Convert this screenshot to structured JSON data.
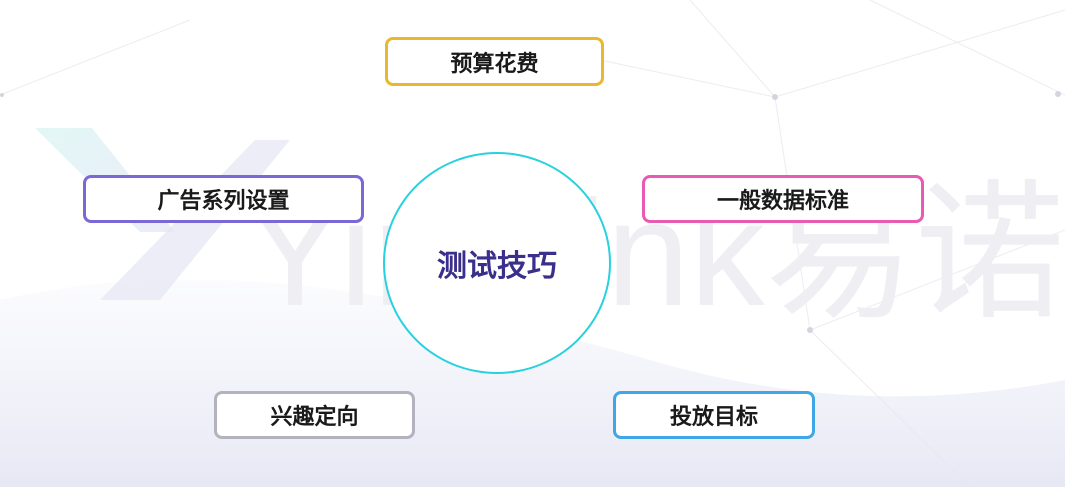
{
  "watermark": {
    "text": "Yinolink易诺"
  },
  "center": {
    "label": "测试技巧"
  },
  "nodes": {
    "budget": "预算花费",
    "campaign_settings": "广告系列设置",
    "general_data_standard": "一般数据标准",
    "interest_targeting": "兴趣定向",
    "delivery_goal": "投放目标"
  },
  "colors": {
    "budget": "#e9b82f",
    "campaign_settings": "#7b68d6",
    "general_data_standard": "#e85ab3",
    "interest_targeting": "#b3b3bf",
    "delivery_goal": "#3fa7e6",
    "center_ring": "#27d1dd",
    "center_text": "#3a2f8a"
  }
}
